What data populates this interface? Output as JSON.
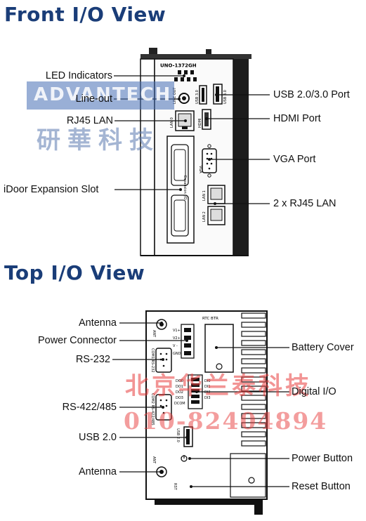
{
  "front_view": {
    "title": "Front I/O View",
    "labels": {
      "led_indicators": "LED Indicators",
      "line_out": "Line-out",
      "rj45_lan": "RJ45 LAN",
      "idoor_slot": "iDoor Expansion Slot",
      "usb_port": "USB 2.0/3.0 Port",
      "hdmi_port": "HDMI Port",
      "vga_port": "VGA Port",
      "dual_rj45": "2 x RJ45 LAN"
    },
    "device_text": {
      "model": "UNO-1372GH",
      "usb1": "USB 3.0",
      "usb2": "USB 3.0",
      "hdmi": "HDMI",
      "vga": "VGA",
      "lan0": "LAN 0",
      "lan1": "LAN 1",
      "lan2": "LAN 2",
      "line_out": "LINE OUT",
      "idoor": "Expansion I/O"
    }
  },
  "top_view": {
    "title": "Top I/O View",
    "labels": {
      "antenna_top": "Antenna",
      "power_connector": "Power Connector",
      "rs232": "RS-232",
      "rs422": "RS-422/485",
      "usb20": "USB 2.0",
      "antenna_bottom": "Antenna",
      "battery_cover": "Battery Cover",
      "digital_io": "Digital I/O",
      "power_button": "Power Button",
      "reset_button": "Reset Button"
    },
    "device_text": {
      "ant1": "ANT",
      "ant2": "ANT",
      "rtc": "RTC BTR",
      "com1": "COM1 RS-232",
      "com2": "COM2 RS-422/485",
      "usb": "USB 2.0",
      "rst": "RST",
      "vplus": "V1+",
      "vplus2": "V2+",
      "vminus": "V -",
      "gnd": "GND",
      "do0": "DO0",
      "do1": "DO1",
      "do2": "DO2",
      "do3": "DO3",
      "dcom": "DCOM",
      "di0": "DI0",
      "di1": "DI1",
      "di2": "DI2",
      "di3": "DI3"
    }
  },
  "watermarks": {
    "brand": "ADVANTECH",
    "brand_cn": "研華科技",
    "dealer_cn": "北京华兰泰科技",
    "phone": "010-82404894"
  },
  "colors": {
    "title": "#1a3d78",
    "watermark_blue": "#466eb4",
    "watermark_red": "#e83c3c"
  }
}
